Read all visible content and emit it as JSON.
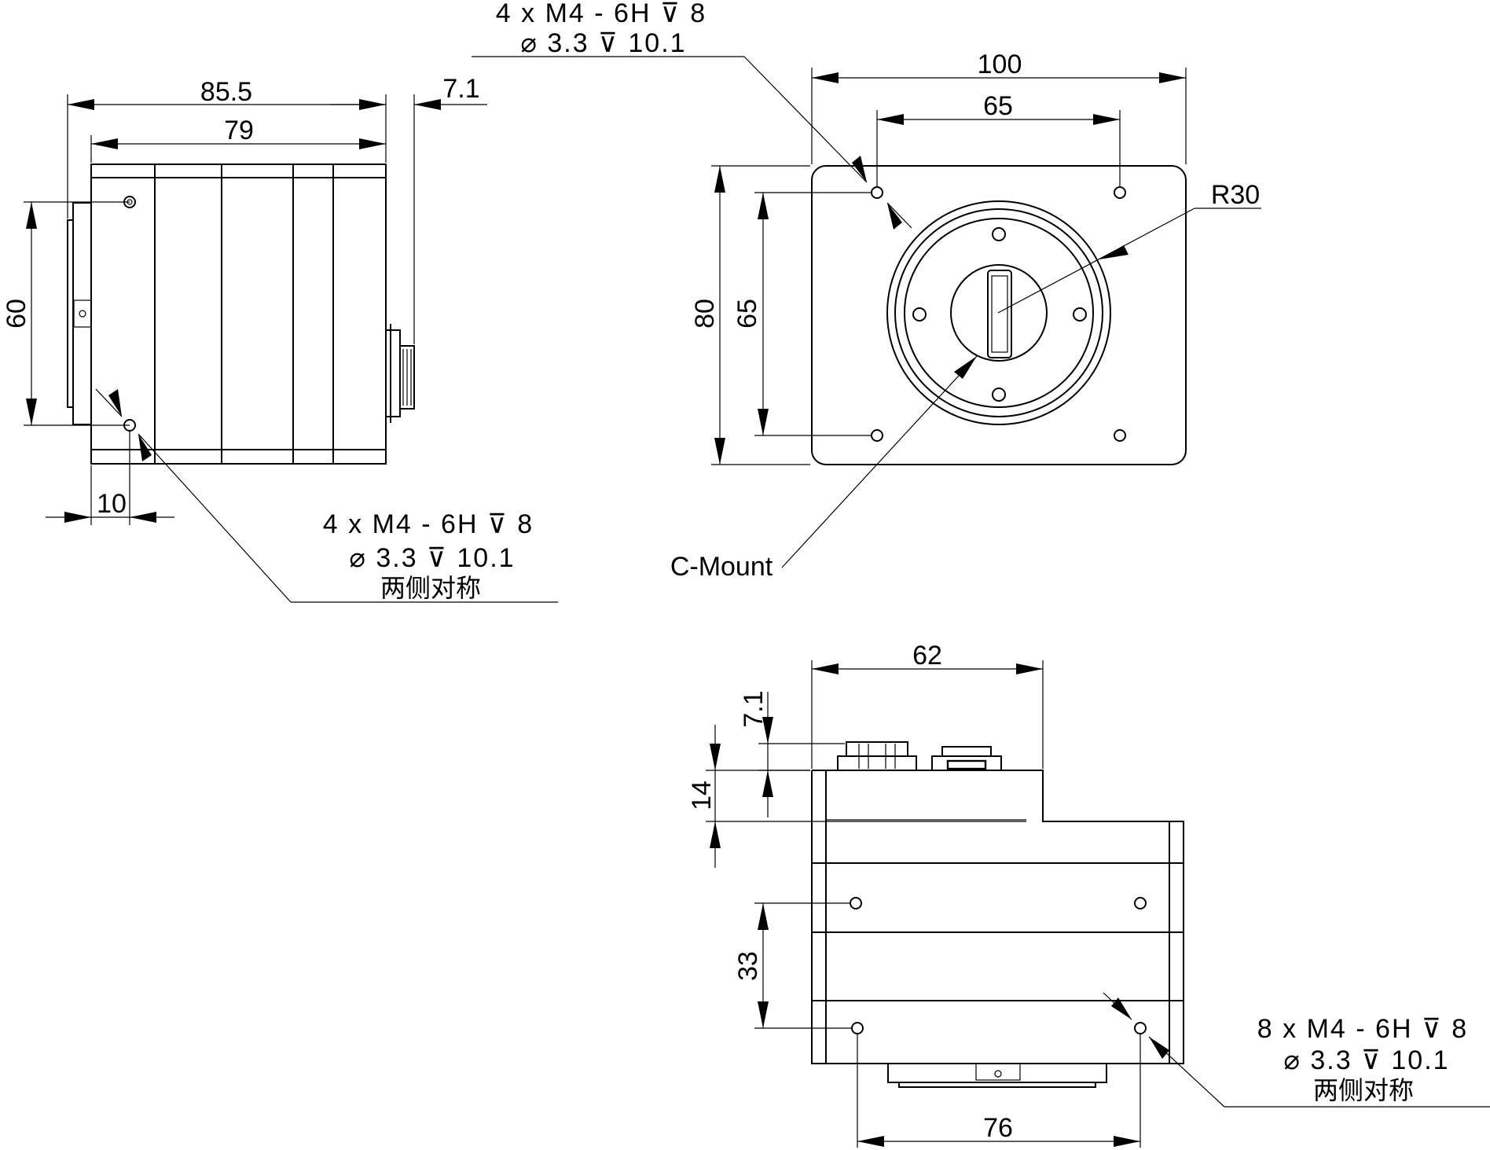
{
  "side_view": {
    "dim_overall_length": "85.5",
    "dim_body_length": "79",
    "dim_connector": "7.1",
    "dim_height": "60",
    "dim_hole_offset": "10",
    "hole_note": {
      "line1": "4 x  M4 - 6H ⊽ 8",
      "line2": "⌀ 3.3 ⊽ 10.1",
      "line3": "两侧对称"
    }
  },
  "front_view": {
    "dim_width": "100",
    "dim_hole_spacing_x": "65",
    "dim_height": "80",
    "dim_hole_spacing_y": "65",
    "radius_label": "R30",
    "mount_label": "C-Mount",
    "hole_note": {
      "line1": "4 x  M4 - 6H ⊽ 8",
      "line2": "⌀ 3.3 ⊽ 10.1"
    }
  },
  "bottom_view": {
    "dim_width": "62",
    "dim_connector": "7.1",
    "dim_step": "14",
    "dim_hole_spacing_y": "33",
    "dim_hole_spacing_x": "76",
    "hole_note": {
      "line1": "8 x  M4 - 6H ⊽ 8",
      "line2": "⌀ 3.3 ⊽ 10.1",
      "line3": "两侧对称"
    }
  }
}
